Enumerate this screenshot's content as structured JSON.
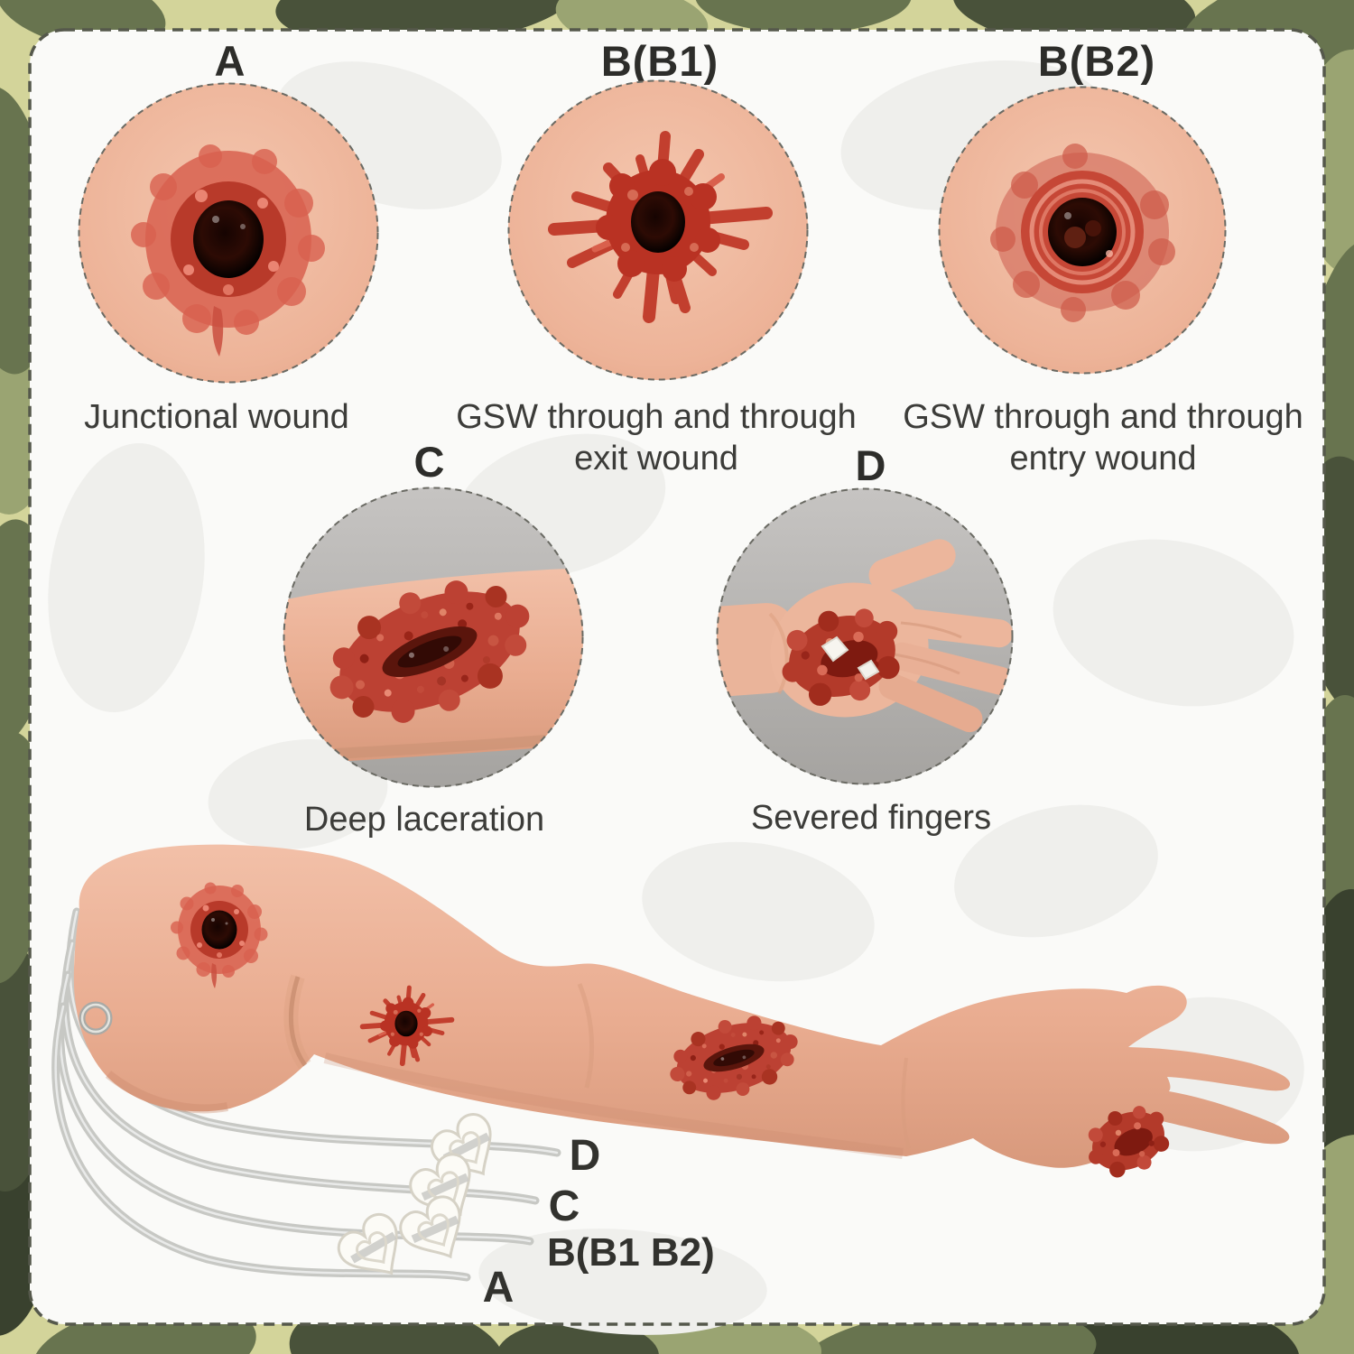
{
  "insets": [
    {
      "id": "a",
      "label": "A",
      "caption_lines": [
        "Junctional wound"
      ]
    },
    {
      "id": "b1",
      "label": "B(B1)",
      "caption_lines": [
        "GSW through and through",
        "exit wound"
      ]
    },
    {
      "id": "b2",
      "label": "B(B2)",
      "caption_lines": [
        "GSW through and through",
        "entry wound"
      ]
    },
    {
      "id": "c",
      "label": "C",
      "caption_lines": [
        "Deep laceration"
      ]
    },
    {
      "id": "d",
      "label": "D",
      "caption_lines": [
        "Severed fingers"
      ]
    }
  ],
  "arm_diagram": {
    "tube_labels": [
      {
        "id": "tube-d",
        "label": "D"
      },
      {
        "id": "tube-c",
        "label": "C"
      },
      {
        "id": "tube-b",
        "label": "B(B1 B2)"
      },
      {
        "id": "tube-a",
        "label": "A"
      }
    ]
  },
  "colors": {
    "camo_khaki": "#d3d49a",
    "camo_sage": "#9aa472",
    "camo_olive": "#68744f",
    "camo_dark_olive": "#49523a",
    "camo_darkest": "#39412e",
    "panel_bg": "#fafaf8",
    "panel_dash": "#55584b",
    "skin": "#eaae92",
    "wound_red": "#bf3a2c",
    "wound_hole": "#20080388",
    "tube_gray": "#c7c8c4",
    "text": "#3c3c39"
  }
}
